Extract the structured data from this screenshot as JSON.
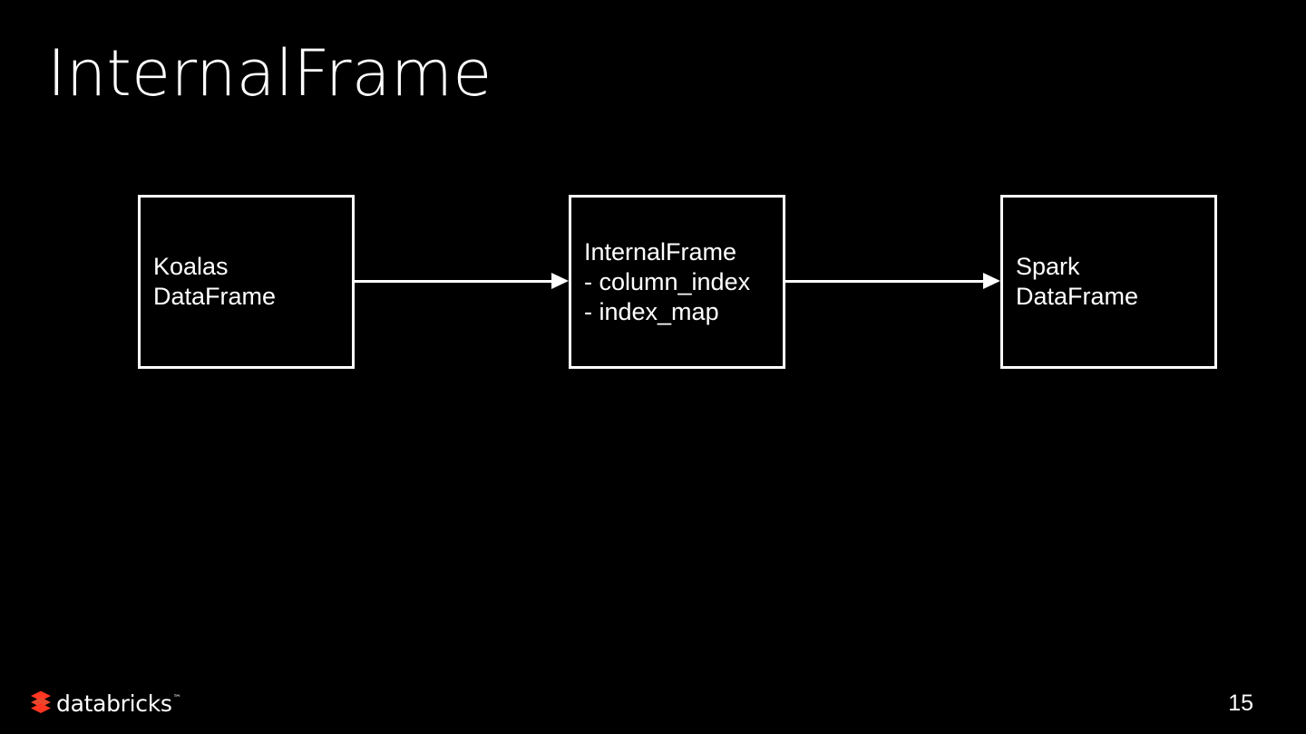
{
  "slide": {
    "title": "InternalFrame",
    "background_color": "#000000",
    "text_color": "#ffffff",
    "page_number": "15"
  },
  "diagram": {
    "type": "flow",
    "nodes": [
      {
        "id": "koalas-dataframe",
        "text": "Koalas\nDataFrame"
      },
      {
        "id": "internal-frame",
        "text": "InternalFrame\n- column_index\n- index_map"
      },
      {
        "id": "spark-dataframe",
        "text": "Spark\nDataFrame"
      }
    ],
    "edges": [
      {
        "from": "koalas-dataframe",
        "to": "internal-frame",
        "style": "arrow-right"
      },
      {
        "from": "internal-frame",
        "to": "spark-dataframe",
        "style": "arrow-right"
      }
    ]
  },
  "footer": {
    "brand": "databricks",
    "trademark": "™",
    "logo_icon": "databricks-stacked-layers-icon",
    "logo_color": "#ff3621"
  }
}
